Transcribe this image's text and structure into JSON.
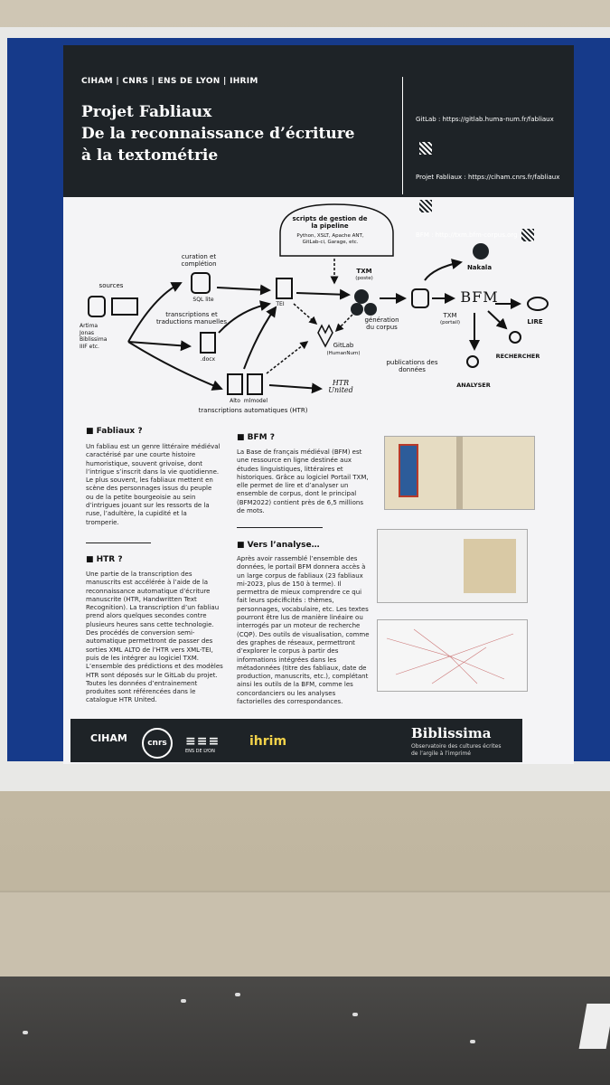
{
  "header": {
    "orgs": "CIHAM | CNRS | ENS DE LYON | IHRIM",
    "title_line1": "Projet Fabliaux",
    "title_line2": "De la reconnaissance d’écriture",
    "title_line3": "à la textométrie",
    "link_gitlab": "GitLab : https://gitlab.huma-num.fr/fabliaux",
    "link_projet": "Projet Fabliaux : https://ciham.cnrs.fr/fabliaux",
    "link_bfm": "BFM : http://txm.bfm-corpus.org"
  },
  "diagram": {
    "scripts_title": "scripts de gestion de la pipeline",
    "scripts_tools": "Python, XSLT, Apache ANT, GitLab-ci, Garage, etc.",
    "sources": "sources",
    "sources_list": "Artima Jonas Biblissima IIIF etc.",
    "curation": "curation et complétion",
    "sqlite": "SQL lite",
    "transcriptions": "transcriptions et traductions manuelles",
    "docx": ".docx",
    "tei": "TEI",
    "alto": "Alto",
    "mlmodel": "mlmodel",
    "htr_label": "transcriptions automatiques (HTR)",
    "htr_logo": "HTR United",
    "gitlab": "GitLab",
    "humannum": "(HumanNum)",
    "txm_poste": "TXM",
    "poste": "(poste)",
    "generation": "génération du corpus",
    "txm_portail": "TXM",
    "portail": "(portail)",
    "bfm": "BFM",
    "nakala": "Nakala",
    "lire": "LIRE",
    "rechercher": "RECHERCHER",
    "analyser": "ANALYSER",
    "publications": "publications des données"
  },
  "sections": {
    "fabliaux_title": "Fabliaux ?",
    "fabliaux_body": "Un fabliau est un genre littéraire médiéval caractérisé par une courte histoire humoristique, souvent grivoise, dont l’intrigue s’inscrit dans la vie quotidienne. Le plus souvent, les fabliaux mettent en scène des personnages issus du peuple ou de la petite bourgeoisie au sein d’intrigues jouant sur les ressorts de la ruse, l’adultère, la cupidité et la tromperie.",
    "htr_title": "HTR ?",
    "htr_body": "Une partie de la transcription des manuscrits est accélérée à l’aide de la reconnaissance automatique d’écriture manuscrite (HTR, Handwritten Text Recognition). La transcription d’un fabliau prend alors quelques secondes contre plusieurs heures sans cette technologie. Des procédés de conversion semi-automatique permettront de passer des sorties XML ALTO de l’HTR vers XML-TEI, puis de les intégrer au logiciel TXM. L’ensemble des prédictions et des modèles HTR sont déposés sur le GitLab du projet. Toutes les données d’entrainement produites sont référencées dans le catalogue HTR United.",
    "bfm_title": "BFM ?",
    "bfm_body": "La Base de français médiéval (BFM) est une ressource en ligne destinée aux études linguistiques, littéraires et historiques. Grâce au logiciel Portail TXM, elle permet de lire et d’analyser un ensemble de corpus, dont le principal (BFM2022) contient près de 6,5 millions de mots.",
    "analyse_title": "Vers l’analyse…",
    "analyse_body": "Après avoir rassemblé l’ensemble des données, le portail BFM donnera accès à un large corpus de fabliaux (23 fabliaux mi-2023, plus de 150 à terme). Il permettra de mieux comprendre ce qui fait leurs spécificités : thèmes, personnages, vocabulaire, etc. Les textes pourront être lus de manière linéaire ou interrogés par un moteur de recherche (CQP). Des outils de visualisation, comme des graphes de réseaux, permettront d’explorer le corpus à partir des informations intégrées dans les métadonnées (titre des fabliaux, date de production, manuscrits, etc.), complétant ainsi les outils de la BFM, comme les concordanciers ou les analyses factorielles des correspondances."
  },
  "footer": {
    "ciham": "CIHAM",
    "cnrs": "cnrs",
    "ens": "ENS DE LYON",
    "ihrim": "ihrim",
    "biblissima": "Biblissima",
    "biblissima_sub": "Observatoire des cultures écrites de l’argile à l’imprimé"
  },
  "colors": {
    "board_blue": "#163a8a",
    "header_dark": "#1e2327"
  }
}
